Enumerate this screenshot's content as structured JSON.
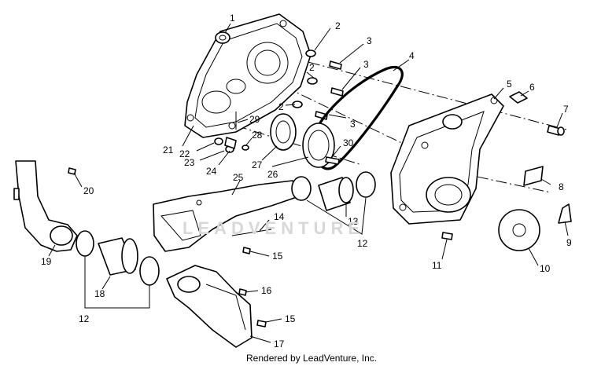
{
  "diagram": {
    "callouts": [
      {
        "label": "1"
      },
      {
        "label": "2"
      },
      {
        "label": "3"
      },
      {
        "label": "4"
      },
      {
        "label": "2"
      },
      {
        "label": "3"
      },
      {
        "label": "5"
      },
      {
        "label": "6"
      },
      {
        "label": "2"
      },
      {
        "label": "3"
      },
      {
        "label": "7"
      },
      {
        "label": "29"
      },
      {
        "label": "28"
      },
      {
        "label": "30"
      },
      {
        "label": "21"
      },
      {
        "label": "22"
      },
      {
        "label": "23"
      },
      {
        "label": "24"
      },
      {
        "label": "27"
      },
      {
        "label": "26"
      },
      {
        "label": "25"
      },
      {
        "label": "20"
      },
      {
        "label": "14"
      },
      {
        "label": "13"
      },
      {
        "label": "12"
      },
      {
        "label": "8"
      },
      {
        "label": "9"
      },
      {
        "label": "11"
      },
      {
        "label": "10"
      },
      {
        "label": "15"
      },
      {
        "label": "19"
      },
      {
        "label": "18"
      },
      {
        "label": "12"
      },
      {
        "label": "16"
      },
      {
        "label": "15"
      },
      {
        "label": "17"
      }
    ]
  },
  "watermark": "LEADVENTURE",
  "footer": "Rendered by LeadVenture, Inc."
}
